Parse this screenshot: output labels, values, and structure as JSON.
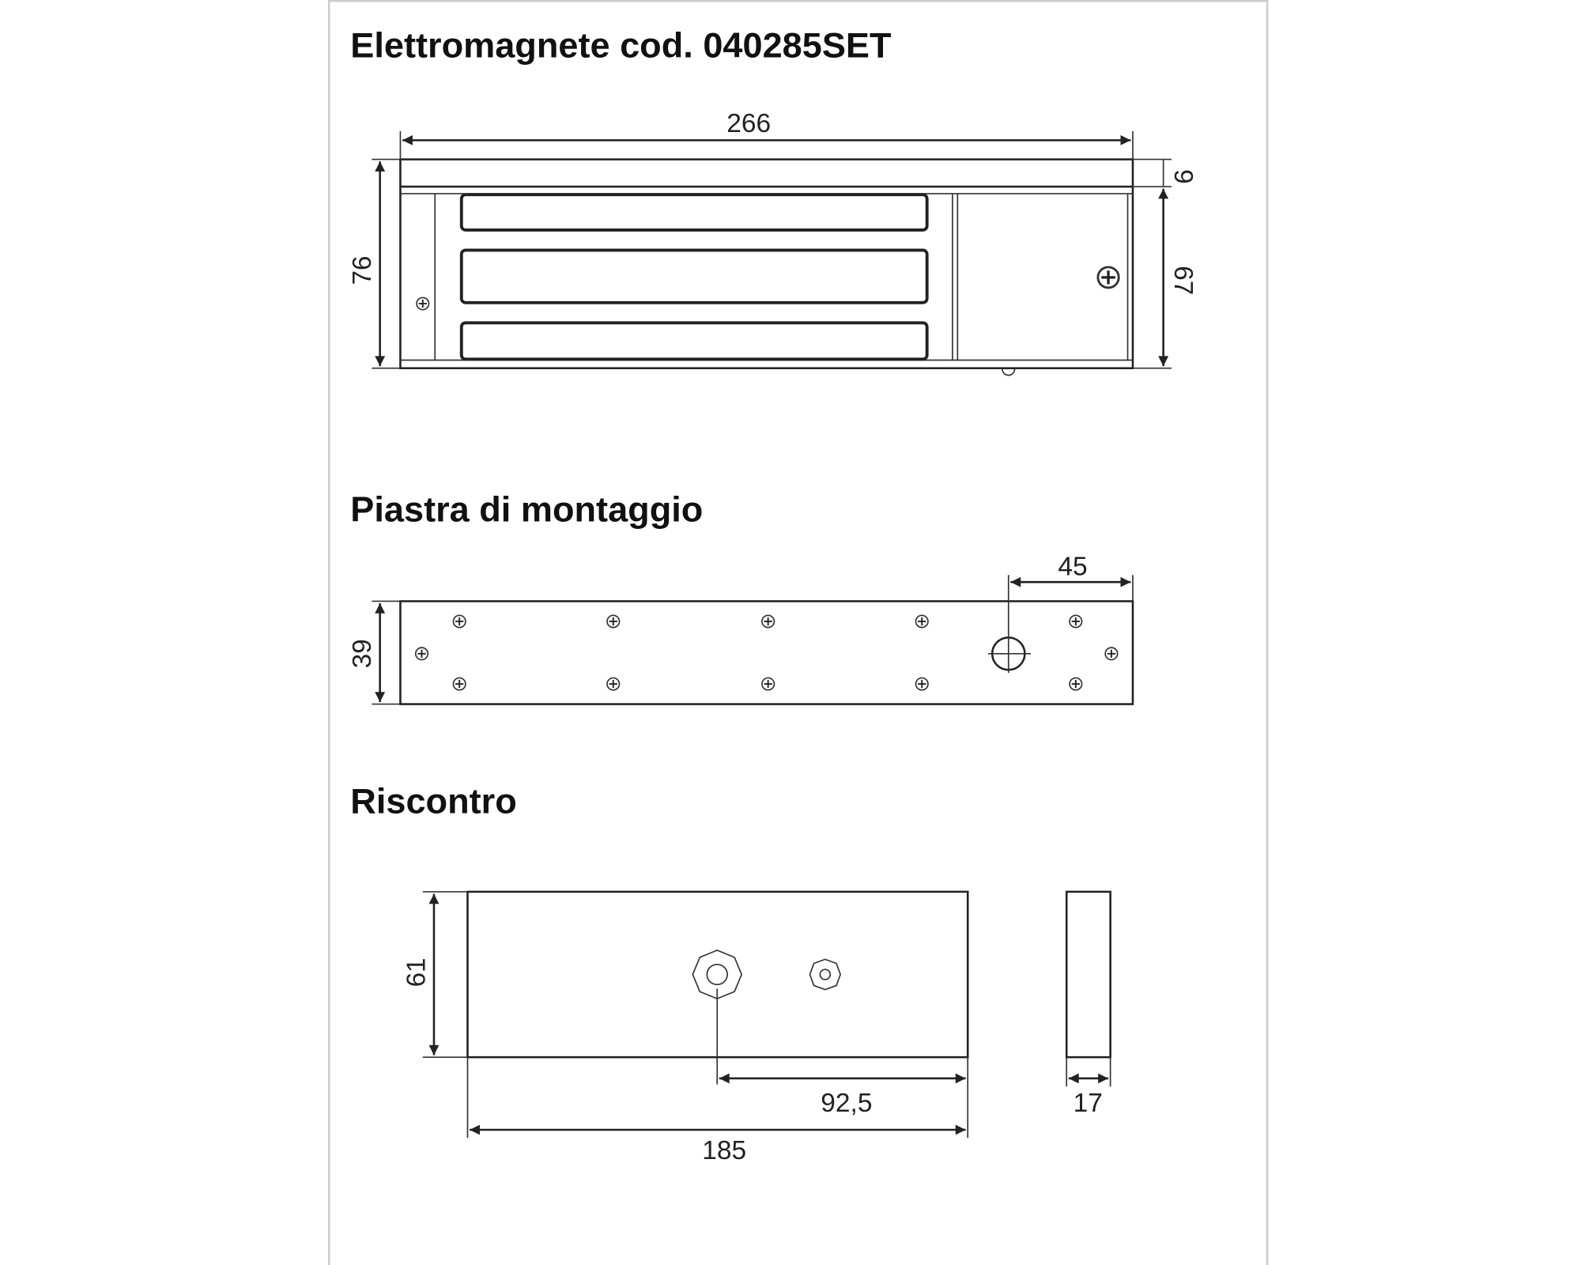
{
  "sections": {
    "electromagnet": {
      "title": "Elettromagnete cod. 040285SET",
      "dims": {
        "width": "266",
        "height": "76",
        "plate": "9",
        "body": "67"
      }
    },
    "mounting_plate": {
      "title": "Piastra di montaggio",
      "dims": {
        "height": "39",
        "hole_offset": "45"
      }
    },
    "armature": {
      "title": "Riscontro",
      "dims": {
        "height": "61",
        "center": "92,5",
        "width": "185",
        "thickness": "17"
      }
    }
  },
  "colors": {
    "line": "#222222",
    "frame": "#cccccc"
  }
}
